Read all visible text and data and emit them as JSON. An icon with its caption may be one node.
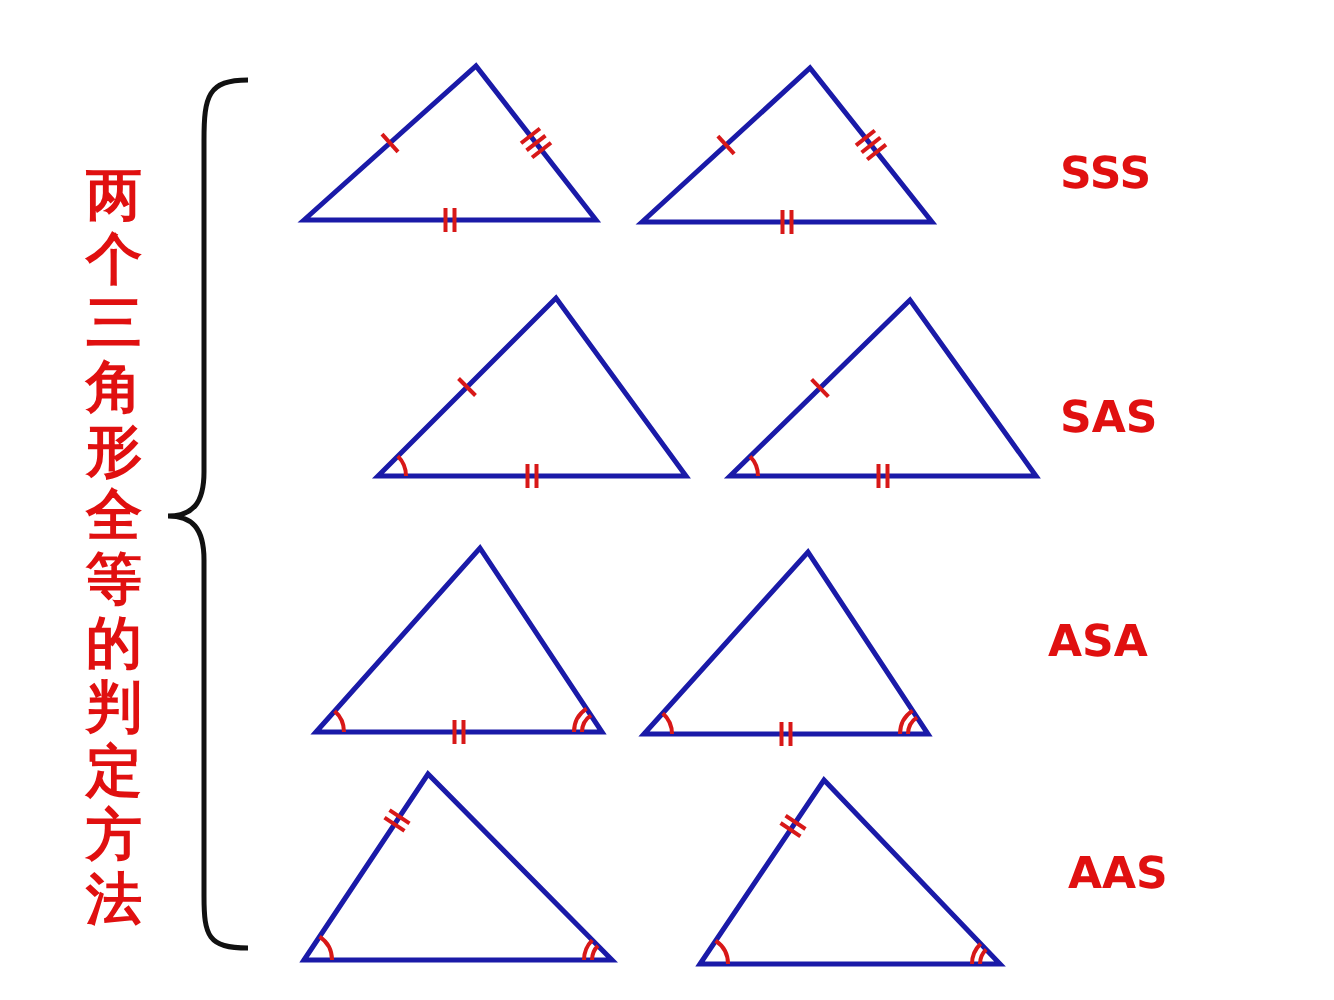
{
  "diagram": {
    "labels": [
      "两个三角形全等的判定方法",
      "SSS",
      "SAS",
      "ASA",
      "AAS"
    ]
  }
}
